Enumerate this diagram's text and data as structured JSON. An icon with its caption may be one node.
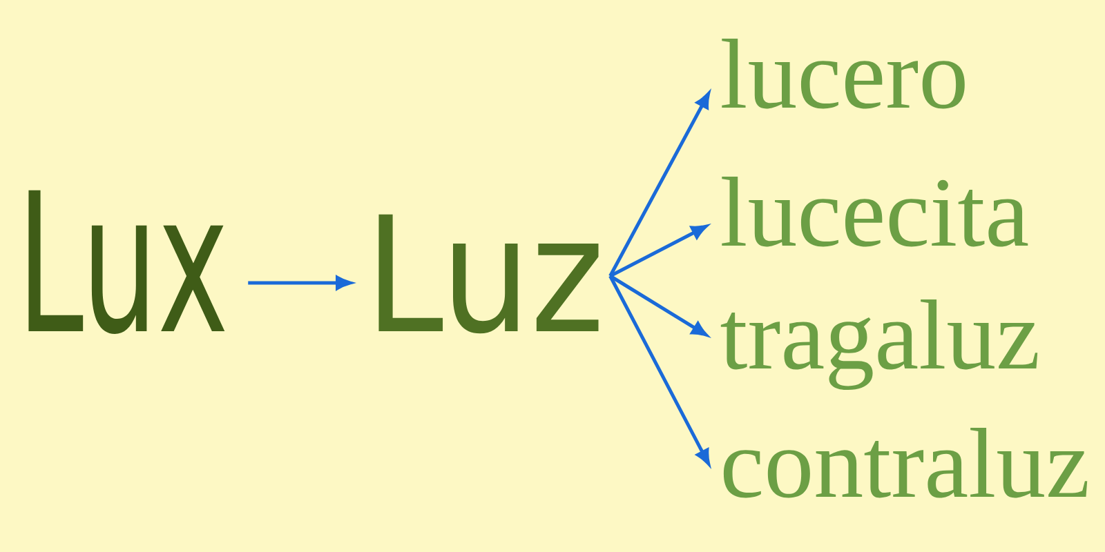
{
  "diagram": {
    "nodes": [
      {
        "text": [
          "Lux"
        ]
      },
      {
        "text": [
          "Luz"
        ]
      },
      {
        "text": [
          "lucero"
        ]
      },
      {
        "text": [
          "lucecita"
        ]
      },
      {
        "text": [
          "tragaluz"
        ]
      },
      {
        "text": [
          "contraluz"
        ]
      }
    ],
    "edges": [
      {
        "from": 0,
        "to": 1,
        "arrow": "to"
      },
      {
        "from": 1,
        "to": 2,
        "arrow": "to"
      },
      {
        "from": 1,
        "to": 3,
        "arrow": "to"
      },
      {
        "from": 1,
        "to": 4,
        "arrow": "to"
      },
      {
        "from": 1,
        "to": 5,
        "arrow": "to"
      }
    ]
  }
}
